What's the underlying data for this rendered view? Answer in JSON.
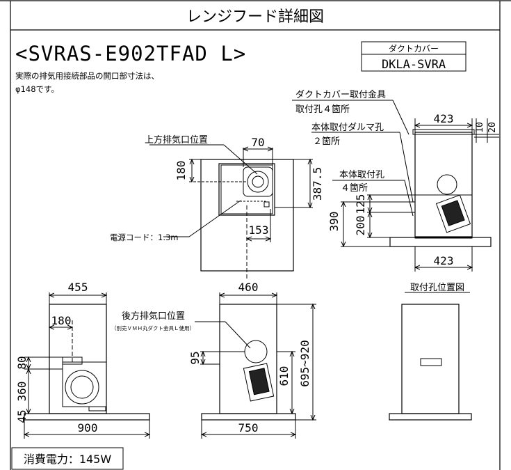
{
  "title": "レンジフード詳細図",
  "model": "<SVRAS-E902TFAD L>",
  "note_line1": "実際の排気用接続部品の開口部寸法は、",
  "note_line2": "φ148です。",
  "duct_cover_box": {
    "header": "ダクトカバー",
    "model": "DKLA-SVRA"
  },
  "top_view": {
    "label_upper_exhaust": "上方排気口位置",
    "label_cord": "電源コード：1.3m",
    "dims": {
      "d70": "70",
      "d180": "180",
      "d387": "387.5",
      "d153": "153"
    }
  },
  "side_view_right": {
    "label_cover_bracket": "ダクトカバー取付金具",
    "label_cover_bracket_holes": "取付孔４箇所",
    "label_body_daruma": "本体取付ダルマ孔",
    "label_body_daruma_count": "２箇所",
    "label_body_holes": "本体取付孔",
    "label_body_holes_count": "４箇所",
    "dims": {
      "d423_top": "423",
      "d10": "10",
      "d20": "20",
      "d390": "390",
      "d125": "125",
      "d200": "200",
      "d423_bottom": "423"
    }
  },
  "side_view_left": {
    "dims": {
      "d455": "455",
      "d180": "180",
      "d80": "80",
      "d360": "360",
      "d45": "45",
      "d900": "900"
    }
  },
  "front_view": {
    "label_rear_exhaust": "後方排気口位置",
    "label_rear_exhaust_note": "（別売ＶＭＨ丸ダクト金具Ｌ使用）",
    "dims": {
      "d460": "460",
      "d95": "95",
      "d610": "610",
      "d695": "695~920",
      "d750": "750"
    }
  },
  "mount_holes_view": {
    "label": "取付孔位置図"
  },
  "power_consumption": "消費電力：145W"
}
